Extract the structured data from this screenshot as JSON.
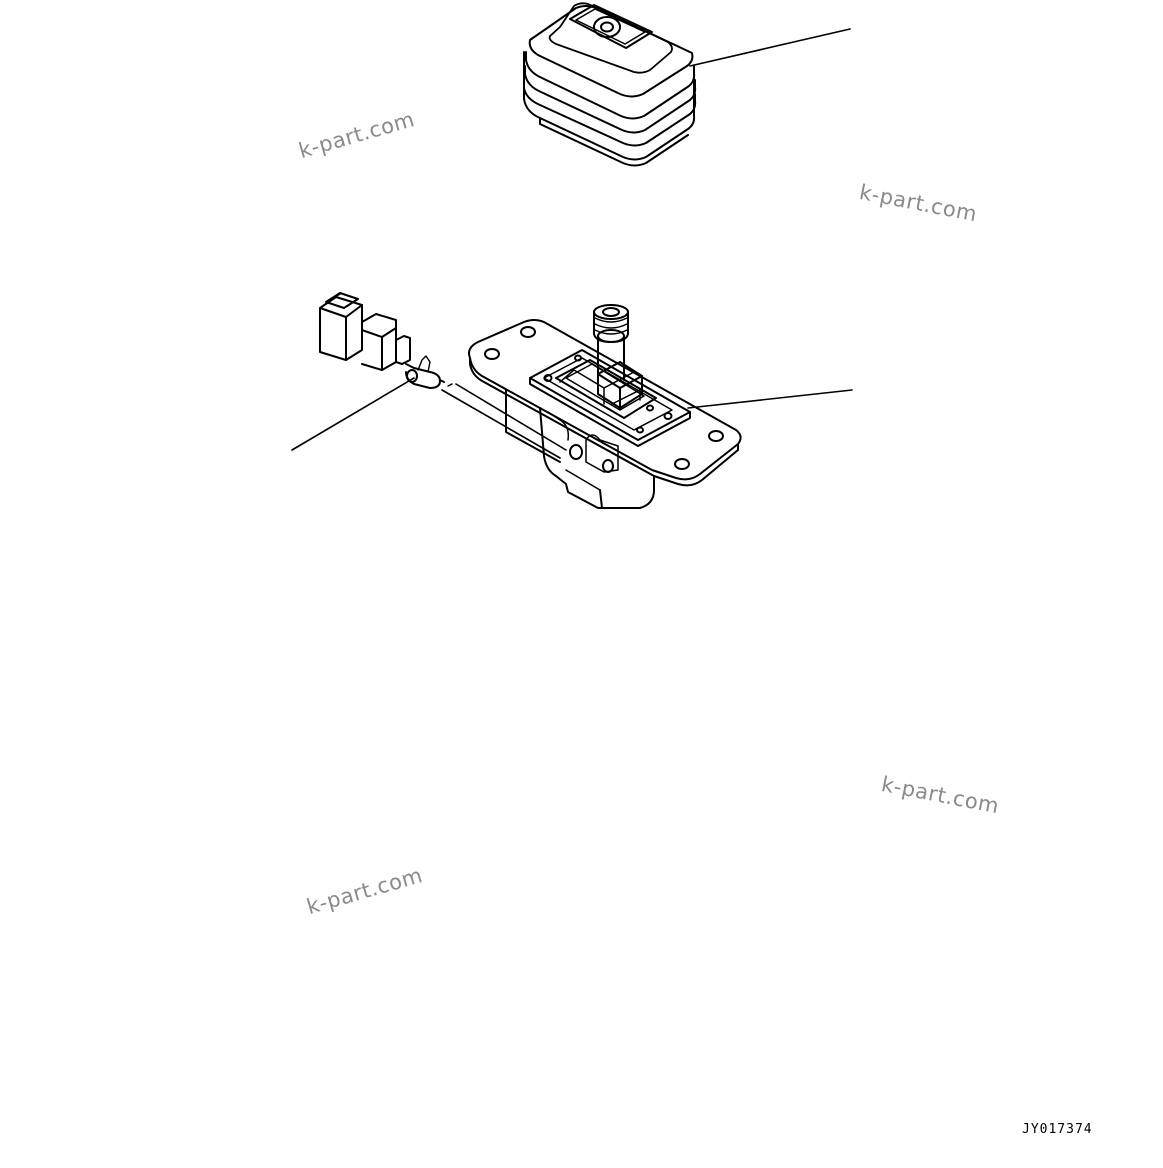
{
  "watermarks": [
    "k-part.com",
    "k-part.com",
    "k-part.com",
    "k-part.com"
  ],
  "figure_code": "JY017374",
  "colors": {
    "line": "#000000",
    "background": "#ffffff",
    "watermark": "#8a8a8a"
  }
}
